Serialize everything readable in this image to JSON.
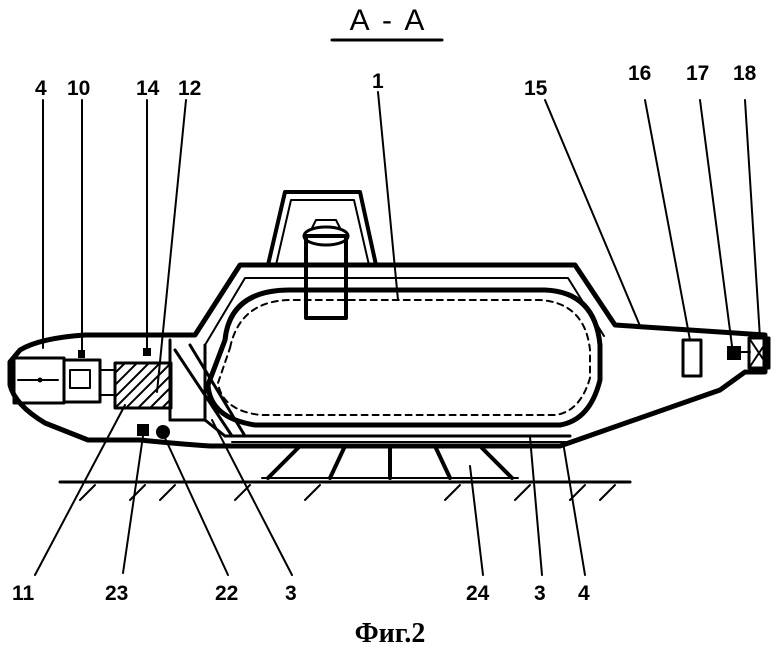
{
  "section_title": "А - А",
  "caption": "Фиг.2",
  "labels": {
    "l4_top": "4",
    "l10": "10",
    "l14": "14",
    "l12": "12",
    "l1": "1",
    "l15": "15",
    "l16": "16",
    "l17": "17",
    "l18": "18",
    "l11": "11",
    "l23": "23",
    "l22": "22",
    "l3_left": "3",
    "l24": "24",
    "l3_right": "3",
    "l4_bottom": "4"
  },
  "colors": {
    "ink": "#000000",
    "paper": "#ffffff"
  }
}
